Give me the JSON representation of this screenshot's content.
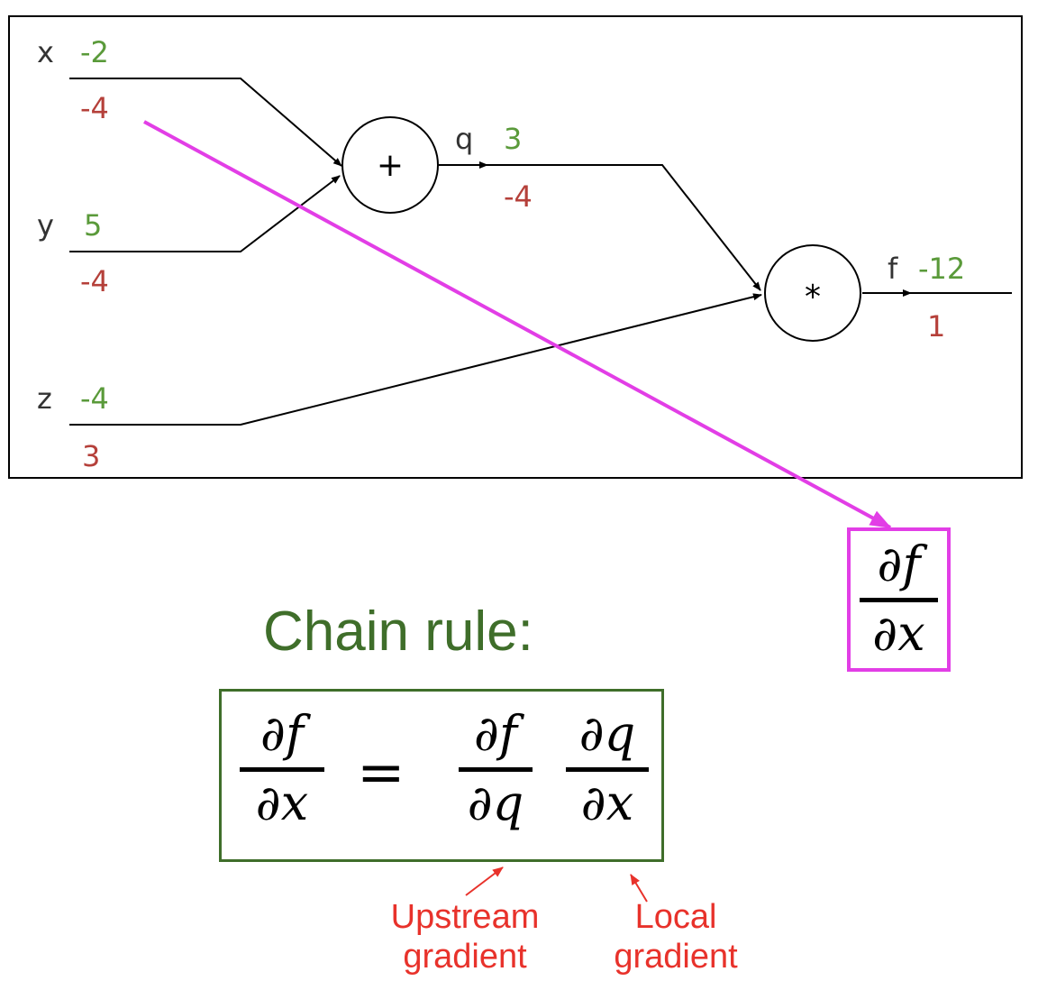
{
  "graph": {
    "nodes": {
      "x": {
        "label": "x",
        "value": "-2",
        "grad": "-4"
      },
      "y": {
        "label": "y",
        "value": "5",
        "grad": "-4"
      },
      "z": {
        "label": "z",
        "value": "-4",
        "grad": "3"
      },
      "q": {
        "label": "q",
        "value": "3",
        "grad": "-4"
      },
      "f": {
        "label": "f",
        "value": "-12",
        "grad": "1"
      }
    },
    "ops": {
      "add": "+",
      "mul": "*"
    }
  },
  "chain_rule": {
    "title": "Chain rule:",
    "lhs": {
      "num": "∂f",
      "den": "∂x"
    },
    "equals": "=",
    "upstream": {
      "num": "∂f",
      "den": "∂q"
    },
    "local": {
      "num": "∂q",
      "den": "∂x"
    }
  },
  "highlight": {
    "num": "∂f",
    "den": "∂x"
  },
  "notes": {
    "upstream": "Upstream\ngradient",
    "local": "Local\ngradient"
  },
  "colors": {
    "value": "#5a9a3a",
    "grad": "#b5403a",
    "highlight": "#e23ee6",
    "chain": "#3f6e2a",
    "note": "#e8322b"
  }
}
